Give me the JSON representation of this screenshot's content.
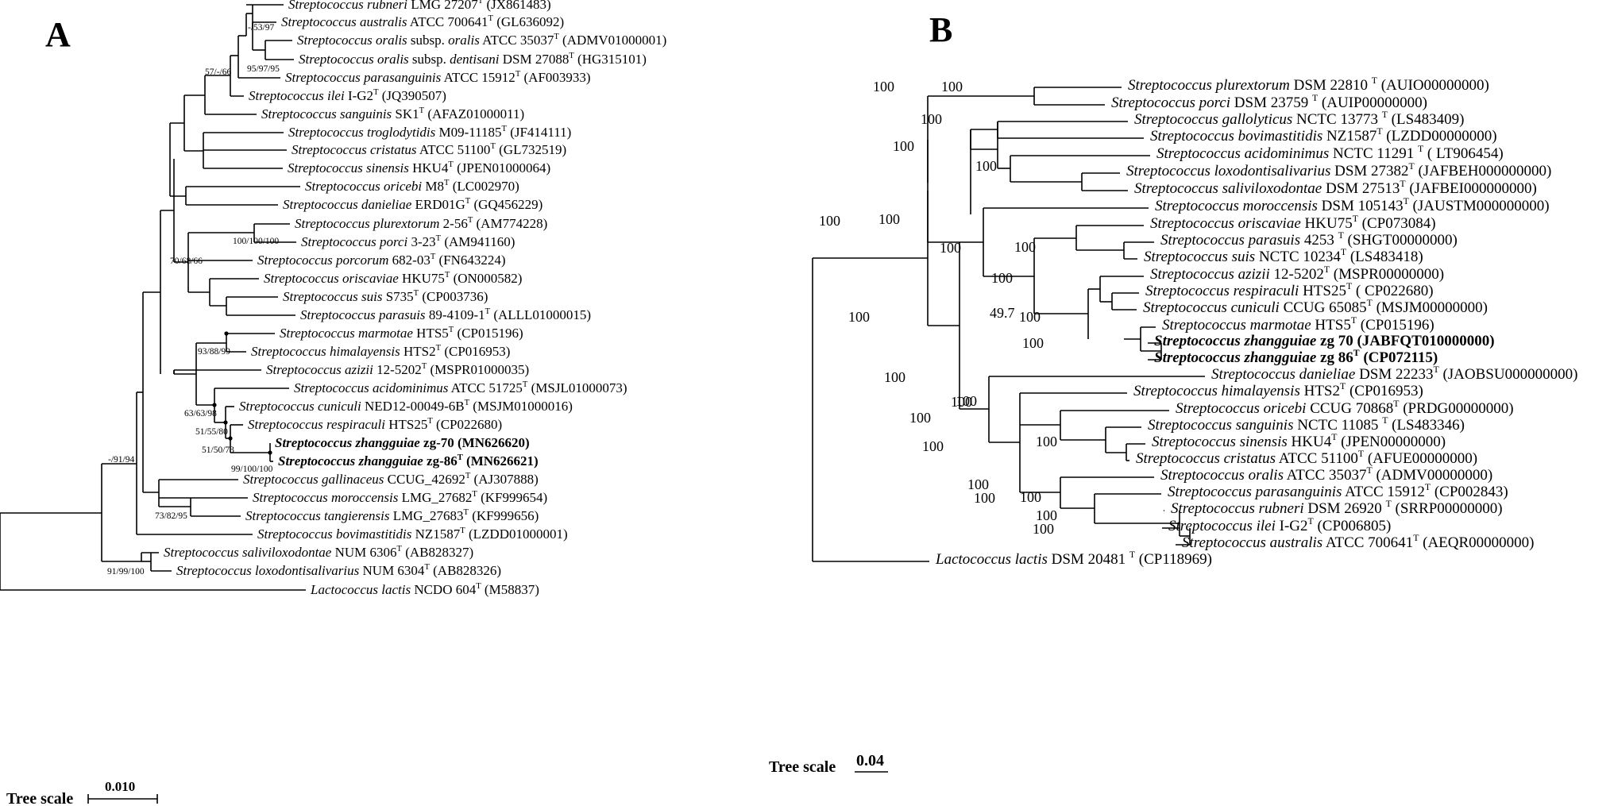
{
  "panel_a": {
    "letter": "A",
    "scale_label": "Tree scale",
    "scale_value": "0.010",
    "leaves": [
      {
        "id": "a_rub",
        "genus": "Streptococcus",
        "epithet": "rubneri",
        "rest": " LMG 27207",
        "type": "T",
        "acc": " (JX861483)"
      },
      {
        "id": "a_aus",
        "genus": "Streptococcus",
        "epithet": "australis",
        "rest": " ATCC 700641",
        "type": "T",
        "acc": " (GL636092)"
      },
      {
        "id": "a_ora",
        "genus": "Streptococcus",
        "epithet": "oralis",
        "mid": " subsp. ",
        "epithet2": "oralis",
        "rest": " ATCC 35037",
        "type": "T",
        "acc": " (ADMV01000001)"
      },
      {
        "id": "a_den",
        "genus": "Streptococcus",
        "epithet": "oralis",
        "mid": " subsp. ",
        "epithet2": "dentisani",
        "rest": " DSM 27088",
        "type": "T",
        "acc": " (HG315101)"
      },
      {
        "id": "a_par",
        "genus": "Streptococcus",
        "epithet": "parasanguinis",
        "rest": " ATCC 15912",
        "type": "T",
        "acc": " (AF003933)"
      },
      {
        "id": "a_ili",
        "genus": "Streptococcus",
        "epithet": "ilei",
        "rest": " I-G2",
        "type": "T",
        "acc": " (JQ390507)"
      },
      {
        "id": "a_san",
        "genus": "Streptococcus",
        "epithet": "sanguinis",
        "rest": " SK1",
        "type": "T",
        "acc": " (AFAZ01000011)"
      },
      {
        "id": "a_tro",
        "genus": "Streptococcus",
        "epithet": "troglodytidis",
        "rest": " M09-11185",
        "type": "T",
        "acc": " (JF414111)"
      },
      {
        "id": "a_cri",
        "genus": "Streptococcus",
        "epithet": "cristatus",
        "rest": " ATCC 51100",
        "type": "T",
        "acc": " (GL732519)"
      },
      {
        "id": "a_sin",
        "genus": "Streptococcus",
        "epithet": "sinensis",
        "rest": " HKU4",
        "type": "T",
        "acc": " (JPEN01000064)"
      },
      {
        "id": "a_ori",
        "genus": "Streptococcus",
        "epithet": "oricebi",
        "rest": " M8",
        "type": "T",
        "acc": " (LC002970)"
      },
      {
        "id": "a_dan",
        "genus": "Streptococcus",
        "epithet": "danieliae",
        "rest": " ERD01G",
        "type": "T",
        "acc": " (GQ456229)"
      },
      {
        "id": "a_plu",
        "genus": "Streptococcus",
        "epithet": "plurextorum",
        "rest": " 2-56",
        "type": "T",
        "acc": " (AM774228)"
      },
      {
        "id": "a_porci",
        "genus": "Streptococcus",
        "epithet": "porci",
        "rest": " 3-23",
        "type": "T",
        "acc": " (AM941160)"
      },
      {
        "id": "a_porc",
        "genus": "Streptococcus",
        "epithet": "porcorum",
        "rest": " 682-03",
        "type": "T",
        "acc": " (FN643224)"
      },
      {
        "id": "a_oris",
        "genus": "Streptococcus",
        "epithet": "oriscaviae",
        "rest": " HKU75",
        "type": "T",
        "acc": " (ON000582)"
      },
      {
        "id": "a_sui",
        "genus": "Streptococcus",
        "epithet": "suis",
        "rest": " S735",
        "type": "T",
        "acc": " (CP003736)"
      },
      {
        "id": "a_pars",
        "genus": "Streptococcus",
        "epithet": "parasuis",
        "rest": " 89-4109-1",
        "type": "T",
        "acc": " (ALLL01000015)"
      },
      {
        "id": "a_mar",
        "genus": "Streptococcus",
        "epithet": "marmotae",
        "rest": " HTS5",
        "type": "T",
        "acc": " (CP015196)"
      },
      {
        "id": "a_him",
        "genus": "Streptococcus",
        "epithet": "himalayensis",
        "rest": " HTS2",
        "type": "T",
        "acc": " (CP016953)"
      },
      {
        "id": "a_azi",
        "genus": "Streptococcus",
        "epithet": "azizii",
        "rest": " 12-5202",
        "type": "T",
        "acc": " (MSPR01000035)"
      },
      {
        "id": "a_aci",
        "genus": "Streptococcus",
        "epithet": "acidominimus",
        "rest": " ATCC 51725",
        "type": "T",
        "acc": " (MSJL01000073)"
      },
      {
        "id": "a_cun",
        "genus": "Streptococcus",
        "epithet": "cuniculi",
        "rest": " NED12-00049-6B",
        "type": "T",
        "acc": " (MSJM01000016)"
      },
      {
        "id": "a_res",
        "genus": "Streptococcus",
        "epithet": "respiraculi",
        "rest": " HTS25",
        "type": "T",
        "acc": " (CP022680)"
      },
      {
        "id": "a_z70",
        "genus": "Streptococcus",
        "epithet": "zhangguiae",
        "rest": " zg-70",
        "type": "",
        "acc": " (MN626620)",
        "bold": true
      },
      {
        "id": "a_z86",
        "genus": "Streptococcus",
        "epithet": "zhangguiae",
        "rest": " zg-86",
        "type": "T",
        "acc": " (MN626621)",
        "bold": true
      },
      {
        "id": "a_gal",
        "genus": "Streptococcus",
        "epithet": "gallinaceus",
        "rest": " CCUG_42692",
        "type": "T",
        "acc": " (AJ307888)"
      },
      {
        "id": "a_mor",
        "genus": "Streptococcus",
        "epithet": "moroccensis",
        "rest": " LMG_27682",
        "type": "T",
        "acc": " (KF999654)"
      },
      {
        "id": "a_tan",
        "genus": "Streptococcus",
        "epithet": "tangierensis",
        "rest": " LMG_27683",
        "type": "T",
        "acc": " (KF999656)"
      },
      {
        "id": "a_bov",
        "genus": "Streptococcus",
        "epithet": "bovimastitidis",
        "rest": " NZ1587",
        "type": "T",
        "acc": " (LZDD01000001)"
      },
      {
        "id": "a_sal",
        "genus": "Streptococcus",
        "epithet": "saliviloxodontae",
        "rest": " NUM 6306",
        "type": "T",
        "acc": " (AB828327)"
      },
      {
        "id": "a_lox",
        "genus": "Streptococcus",
        "epithet": "loxodontisalivarius",
        "rest": " NUM 6304",
        "type": "T",
        "acc": " (AB828326)"
      },
      {
        "id": "a_lac",
        "genus": "Lactococcus",
        "epithet": "lactis",
        "rest": " NCDO 604",
        "type": "T",
        "acc": " (M58837)"
      }
    ],
    "bootstrap": [
      {
        "id": "a_b1",
        "text": "-/53/97"
      },
      {
        "id": "a_b2",
        "text": "95/97/95"
      },
      {
        "id": "a_b3",
        "text": "57/-/66"
      },
      {
        "id": "a_b4",
        "text": "100/100/100"
      },
      {
        "id": "a_b5",
        "text": "70/68/66"
      },
      {
        "id": "a_b6",
        "text": "93/88/99"
      },
      {
        "id": "a_b7",
        "text": "63/63/98"
      },
      {
        "id": "a_b8",
        "text": "51/55/80"
      },
      {
        "id": "a_b9",
        "text": "51/50/73"
      },
      {
        "id": "a_b10",
        "text": "99/100/100"
      },
      {
        "id": "a_b11",
        "text": "-/91/94"
      },
      {
        "id": "a_b12",
        "text": "73/82/95"
      },
      {
        "id": "a_b13",
        "text": "91/99/100"
      }
    ]
  },
  "panel_b": {
    "letter": "B",
    "scale_label": "Tree scale",
    "scale_value": "0.04",
    "leaves": [
      {
        "id": "b_plu",
        "genus": "Streptococcus",
        "epithet": "plurextorum",
        "rest": " DSM 22810 ",
        "type": "T",
        "acc": " (AUIO00000000)"
      },
      {
        "id": "b_porci",
        "genus": "Streptococcus",
        "epithet": "porci",
        "rest": " DSM 23759 ",
        "type": "T",
        "acc": " (AUIP00000000)"
      },
      {
        "id": "b_gal",
        "genus": "Streptococcus",
        "epithet": "gallolyticus",
        "rest": " NCTC 13773 ",
        "type": "T",
        "acc": " (LS483409)"
      },
      {
        "id": "b_bov",
        "genus": "Streptococcus",
        "epithet": "bovimastitidis",
        "rest": " NZ1587",
        "type": "T",
        "acc": " (LZDD00000000)"
      },
      {
        "id": "b_aci",
        "genus": "Streptococcus",
        "epithet": "acidominimus",
        "rest": " NCTC 11291 ",
        "type": "T",
        "acc": " ( LT906454)"
      },
      {
        "id": "b_lox",
        "genus": "Streptococcus",
        "epithet": "loxodontisalivarius",
        "rest": " DSM 27382",
        "type": "T",
        "acc": " (JAFBEH000000000)"
      },
      {
        "id": "b_sal",
        "genus": "Streptococcus",
        "epithet": "saliviloxodontae",
        "rest": " DSM 27513",
        "type": "T",
        "acc": " (JAFBEI000000000)"
      },
      {
        "id": "b_mor",
        "genus": "Streptococcus",
        "epithet": "moroccensis",
        "rest": " DSM 105143",
        "type": "T",
        "acc": " (JAUSTM000000000)"
      },
      {
        "id": "b_oris",
        "genus": "Streptococcus",
        "epithet": "oriscaviae",
        "rest": " HKU75",
        "type": "T",
        "acc": " (CP073084)"
      },
      {
        "id": "b_pars",
        "genus": "Streptococcus",
        "epithet": "parasuis",
        "rest": " 4253 ",
        "type": "T",
        "acc": " (SHGT00000000)"
      },
      {
        "id": "b_sui",
        "genus": "Streptococcus",
        "epithet": "suis",
        "rest": " NCTC 10234",
        "type": "T",
        "acc": " (LS483418)"
      },
      {
        "id": "b_azi",
        "genus": "Streptococcus",
        "epithet": "azizii",
        "rest": " 12-5202",
        "type": "T",
        "acc": " (MSPR00000000)"
      },
      {
        "id": "b_res",
        "genus": "Streptococcus",
        "epithet": "respiraculi",
        "rest": " HTS25",
        "type": "T",
        "acc": " ( CP022680)"
      },
      {
        "id": "b_cun",
        "genus": "Streptococcus",
        "epithet": "cuniculi",
        "rest": " CCUG 65085",
        "type": "T",
        "acc": " (MSJM00000000)"
      },
      {
        "id": "b_mar",
        "genus": "Streptococcus",
        "epithet": "marmotae",
        "rest": " HTS5",
        "type": "T",
        "acc": " (CP015196)"
      },
      {
        "id": "b_z70",
        "genus": "Streptococcus",
        "epithet": "zhangguiae",
        "rest": " zg 70",
        "type": "",
        "acc": " (JABFQT010000000)",
        "bold": true
      },
      {
        "id": "b_z86",
        "genus": "Streptococcus",
        "epithet": "zhangguiae",
        "rest": " zg 86",
        "type": "T",
        "acc": " (CP072115)",
        "bold": true
      },
      {
        "id": "b_dan",
        "genus": "Streptococcus",
        "epithet": "danieliae",
        "rest": " DSM 22233",
        "type": "T",
        "acc": " (JAOBSU000000000)"
      },
      {
        "id": "b_him",
        "genus": "Streptococcus",
        "epithet": "himalayensis",
        "rest": " HTS2",
        "type": "T",
        "acc": " (CP016953)"
      },
      {
        "id": "b_ori",
        "genus": "Streptococcus",
        "epithet": "oricebi",
        "rest": " CCUG 70868",
        "type": "T",
        "acc": " (PRDG00000000)"
      },
      {
        "id": "b_san",
        "genus": "Streptococcus",
        "epithet": "sanguinis",
        "rest": " NCTC 11085 ",
        "type": "T",
        "acc": " (LS483346)"
      },
      {
        "id": "b_sin",
        "genus": "Streptococcus",
        "epithet": "sinensis",
        "rest": " HKU4",
        "type": "T",
        "acc": " (JPEN00000000)"
      },
      {
        "id": "b_cri",
        "genus": "Streptococcus",
        "epithet": "cristatus",
        "rest": " ATCC 51100",
        "type": "T",
        "acc": " (AFUE00000000)"
      },
      {
        "id": "b_ora",
        "genus": "Streptococcus",
        "epithet": "oralis",
        "rest": " ATCC 35037",
        "type": "T",
        "acc": " (ADMV00000000)"
      },
      {
        "id": "b_par",
        "genus": "Streptococcus",
        "epithet": "parasanguinis",
        "rest": " ATCC 15912",
        "type": "T",
        "acc": " (CP002843)"
      },
      {
        "id": "b_rub",
        "genus": "Streptococcus",
        "epithet": "rubneri",
        "rest": " DSM 26920 ",
        "type": "T",
        "acc": " (SRRP00000000)"
      },
      {
        "id": "b_ili",
        "genus": "Streptococcus",
        "epithet": "ilei",
        "rest": " I-G2",
        "type": "T",
        "acc": " (CP006805)"
      },
      {
        "id": "b_aus",
        "genus": "Streptococcus",
        "epithet": "australis",
        "rest": " ATCC 700641",
        "type": "T",
        "acc": " (AEQR00000000)"
      },
      {
        "id": "b_lac",
        "genus": "Lactococcus",
        "epithet": "lactis",
        "rest": " DSM 20481 ",
        "type": "T",
        "acc": " (CP118969)"
      }
    ],
    "bootstrap": [
      {
        "id": "b_b1",
        "text": "100"
      },
      {
        "id": "b_b2",
        "text": "100"
      },
      {
        "id": "b_b3",
        "text": "100"
      },
      {
        "id": "b_b4",
        "text": "100"
      },
      {
        "id": "b_b5",
        "text": "100"
      },
      {
        "id": "b_b6",
        "text": "100"
      },
      {
        "id": "b_b7",
        "text": "100"
      },
      {
        "id": "b_b8",
        "text": "100"
      },
      {
        "id": "b_b9",
        "text": "100"
      },
      {
        "id": "b_b10",
        "text": "100"
      },
      {
        "id": "b_b11",
        "text": "100"
      },
      {
        "id": "b_b12",
        "text": "49.7"
      },
      {
        "id": "b_b13",
        "text": "100"
      },
      {
        "id": "b_b14",
        "text": "100"
      },
      {
        "id": "b_b15",
        "text": "100"
      },
      {
        "id": "b_b16",
        "text": "100"
      },
      {
        "id": "b_b17",
        "text": "100"
      },
      {
        "id": "b_b18",
        "text": "100"
      },
      {
        "id": "b_b19",
        "text": "100"
      },
      {
        "id": "b_b20",
        "text": "100"
      },
      {
        "id": "b_b21",
        "text": "100"
      },
      {
        "id": "b_b22",
        "text": "100"
      },
      {
        "id": "b_b23",
        "text": "100"
      },
      {
        "id": "b_b24",
        "text": "100"
      },
      {
        "id": "b_b25",
        "text": "100"
      }
    ]
  }
}
